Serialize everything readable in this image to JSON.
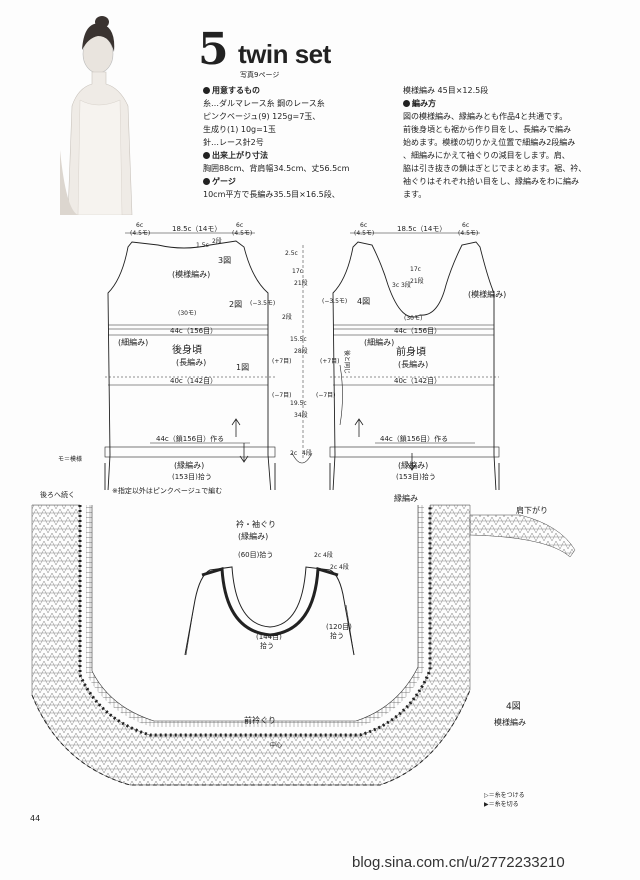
{
  "header": {
    "number": "5",
    "title": "twin set",
    "photo_ref": "写真9ページ"
  },
  "materials": {
    "heading": "用意するもの",
    "yarn_line": "糸…ダルマレース糸 鋼のレース糸",
    "pink_line": "ピンクベージュ(9) 125g=7玉、",
    "ecru_line": "生成り(1) 10g=1玉",
    "needle_line": "針…レース針2号"
  },
  "size": {
    "heading": "出来上がり寸法",
    "value": "胸囲88cm、背肩幅34.5cm、丈56.5cm"
  },
  "gauge": {
    "heading": "ゲージ",
    "value": "10cm平方で長編み35.5目×16.5段、",
    "value2": "模様編み 45目×12.5段"
  },
  "method": {
    "heading": "編み方",
    "lines": [
      "図の模様編み、縁編みとも作品4と共通です。",
      "前後身頃とも裾から作り目をし、長編みで編み",
      "始めます。模様の切りかえ位置で細編み2段編み",
      "、細編みにかえて袖ぐりの減目をします。肩、",
      "脇は引き抜きの鎖はぎとじでまとめます。裾、衿、",
      "袖ぐりはそれぞれ拾い目をし、縁編みをわに編み",
      "ます。"
    ]
  },
  "back_diagram": {
    "top_width": "18.5c（14モ）",
    "shoulder_left": "6c\n(4.5モ)",
    "shoulder_right": "6c\n(4.5モ)",
    "neck_drop": "1.5c",
    "neck_rows": "2段",
    "fig3": "3図",
    "pattern_label": "(模様編み)",
    "fig2": "2図",
    "minus35": "(−3.5モ)",
    "width30": "(30モ)",
    "width44": "44c（156目）",
    "edge_label": "(細編み)",
    "body_label": "後身頃",
    "body_sub": "(長編み)",
    "fig1": "1図",
    "plus7": "(+7目)",
    "width40": "40c（142目）",
    "minus7": "(−7目)",
    "hem": "44c（鎖156目）作る",
    "border": "(縁編み)",
    "border_count": "(153目)拾う",
    "legend": "モ＝模様"
  },
  "center_measures": {
    "top": "2.5c",
    "a": "17c",
    "b": "21段",
    "c": "15.5c",
    "d": "28段",
    "e": "19.5c",
    "f": "34段",
    "g": "2c",
    "h": "4段",
    "rows2": "2段"
  },
  "front_diagram": {
    "top_width": "18.5c（14モ）",
    "shoulder_left": "6c\n(4.5モ)",
    "shoulder_right": "6c\n(4.5モ)",
    "neck": "17c",
    "neck_rows": "21段",
    "neck_side": "3c 3段",
    "fig4": "4図",
    "minus35": "(−3.5モ)",
    "pattern_label": "(模様編み)",
    "width30": "(30モ)",
    "width44": "44c（156目）",
    "edge_label": "(細編み)",
    "body_label": "前身頃",
    "body_sub": "(長編み)",
    "plus7": "(+7目)",
    "width40": "40c（142目）",
    "minus7": "(−7目)",
    "side_note": "後と同じ",
    "hem": "44c（鎖156目）作る",
    "border": "(縁編み)",
    "border_count": "(153目)拾う"
  },
  "lower": {
    "note": "指定以外はピンクベージュで編む",
    "from_back": "後ろへ続く",
    "collar_title": "衿・袖ぐり",
    "collar_sub": "(縁編み)",
    "neck_count": "(60目)拾う",
    "collar_2c": "2c 4段",
    "collar_2c_b": "2c 4段",
    "front_count": "(144目)",
    "front_count2": "拾う",
    "arm_count": "(120目)",
    "arm_count2": "拾う",
    "front_neck": "前衿ぐり",
    "center": "中心",
    "border_label": "縁編み",
    "shoulder_slope": "肩下がり",
    "fig4": "4図",
    "pattern": "模様編み",
    "key1": "▷＝糸をつける",
    "key2": "▶＝糸を切る"
  },
  "footer": {
    "page": "44",
    "watermark": "blog.sina.com.cn/u/2772233210"
  }
}
